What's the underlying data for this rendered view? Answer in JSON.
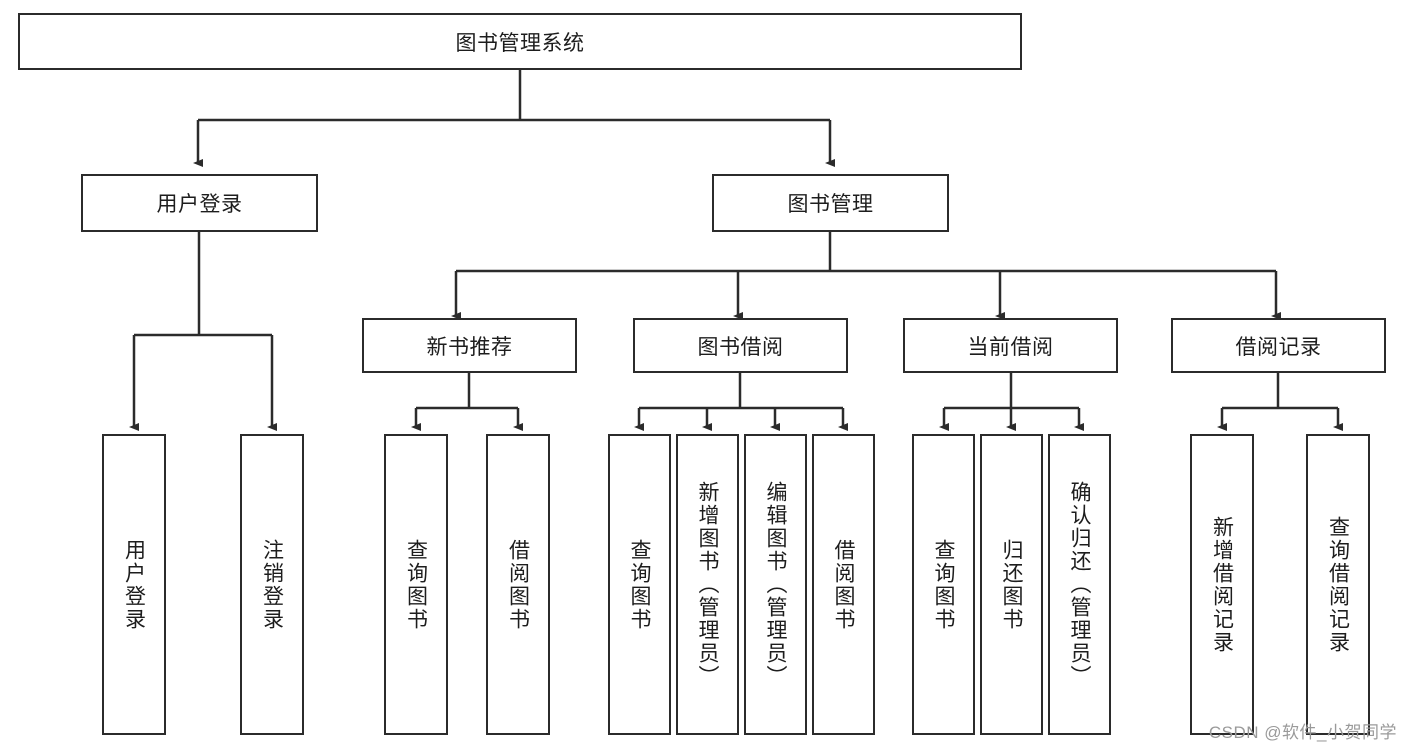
{
  "diagram": {
    "type": "tree",
    "title": "图书管理系统",
    "orientation": "top-down",
    "colors": {
      "background": "#ffffff",
      "box_border": "#2b2b2b",
      "box_fill": "#ffffff",
      "text": "#1d1d1d",
      "connector": "#2b2b2b",
      "watermark": "#9a9a9a"
    }
  },
  "nodes": {
    "root": {
      "label": "图书管理系统",
      "level": 0,
      "orientation": "horizontal"
    },
    "level1": [
      {
        "id": "user-login",
        "label": "用户登录",
        "orientation": "horizontal"
      },
      {
        "id": "book-manage",
        "label": "图书管理",
        "orientation": "horizontal"
      }
    ],
    "level2": [
      {
        "id": "new-book-rec",
        "label": "新书推荐",
        "orientation": "horizontal",
        "parent": "book-manage"
      },
      {
        "id": "book-borrow",
        "label": "图书借阅",
        "orientation": "horizontal",
        "parent": "book-manage"
      },
      {
        "id": "current-borrow",
        "label": "当前借阅",
        "orientation": "horizontal",
        "parent": "book-manage"
      },
      {
        "id": "borrow-record",
        "label": "借阅记录",
        "orientation": "horizontal",
        "parent": "book-manage"
      }
    ],
    "leaves": {
      "user-login": [
        {
          "id": "leaf-user-login",
          "label": "用户登录",
          "orientation": "vertical"
        },
        {
          "id": "leaf-user-logout",
          "label": "注销登录",
          "orientation": "vertical"
        }
      ],
      "new-book-rec": [
        {
          "id": "leaf-query-book-1",
          "label": "查询图书",
          "orientation": "vertical"
        },
        {
          "id": "leaf-borrow-book-1",
          "label": "借阅图书",
          "orientation": "vertical"
        }
      ],
      "book-borrow": [
        {
          "id": "leaf-query-book-2",
          "label": "查询图书",
          "orientation": "vertical"
        },
        {
          "id": "leaf-add-book",
          "label": "新增图书（管理员）",
          "orientation": "vertical"
        },
        {
          "id": "leaf-edit-book",
          "label": "编辑图书（管理员）",
          "orientation": "vertical"
        },
        {
          "id": "leaf-borrow-book-2",
          "label": "借阅图书",
          "orientation": "vertical"
        }
      ],
      "current-borrow": [
        {
          "id": "leaf-query-book-3",
          "label": "查询图书",
          "orientation": "vertical"
        },
        {
          "id": "leaf-return-book",
          "label": "归还图书",
          "orientation": "vertical"
        },
        {
          "id": "leaf-confirm-return",
          "label": "确认归还（管理员）",
          "orientation": "vertical"
        }
      ],
      "borrow-record": [
        {
          "id": "leaf-add-record",
          "label": "新增借阅记录",
          "orientation": "vertical"
        },
        {
          "id": "leaf-query-record",
          "label": "查询借阅记录",
          "orientation": "vertical"
        }
      ]
    }
  },
  "watermark": {
    "text": "CSDN @软件_小贺同学"
  }
}
